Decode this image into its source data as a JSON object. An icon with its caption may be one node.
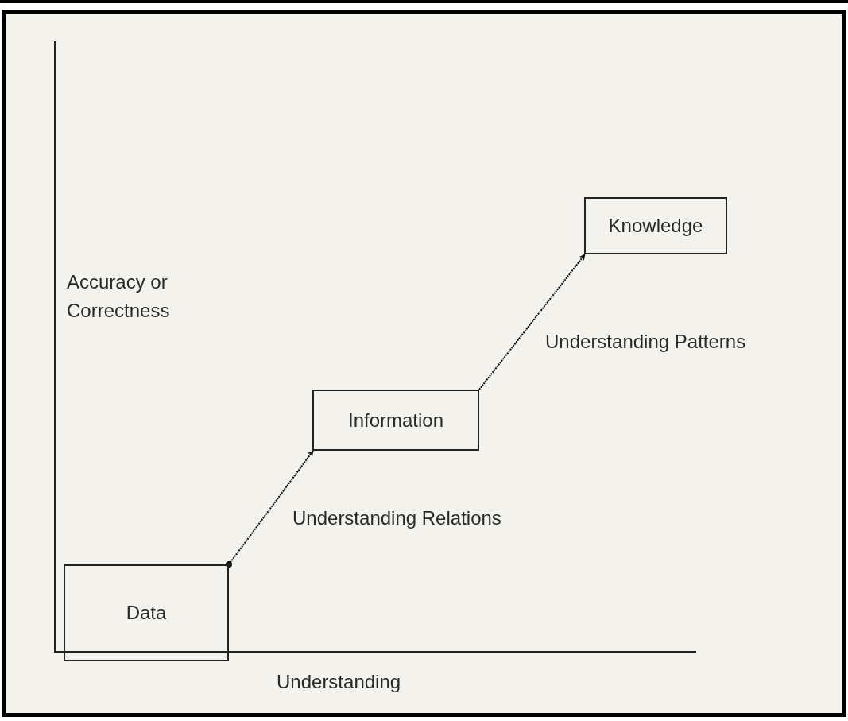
{
  "diagram": {
    "nodes": [
      {
        "text": [
          "Data"
        ]
      },
      {
        "text": [
          "Information"
        ]
      },
      {
        "text": [
          "Knowledge"
        ]
      }
    ],
    "edges": [
      {
        "from": 0,
        "to": 1,
        "arrow": "to",
        "label": "Understanding Relations"
      },
      {
        "from": 1,
        "to": 2,
        "arrow": "to",
        "label": "Understanding Patterns"
      }
    ],
    "labels": [
      "Accuracy or Correctness",
      "Understanding"
    ]
  }
}
